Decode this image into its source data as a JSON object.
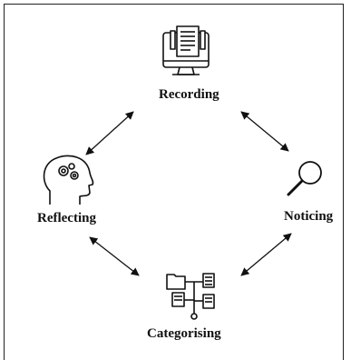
{
  "diagram": {
    "nodes": [
      {
        "id": "recording",
        "label": "Recording",
        "icon": "computer-document-icon"
      },
      {
        "id": "noticing",
        "label": "Noticing",
        "icon": "magnifying-glass-icon"
      },
      {
        "id": "categorising",
        "label": "Categorising",
        "icon": "folder-hierarchy-icon"
      },
      {
        "id": "reflecting",
        "label": "Reflecting",
        "icon": "head-gears-icon"
      }
    ],
    "edges": [
      {
        "from": "recording",
        "to": "noticing",
        "direction": "both"
      },
      {
        "from": "noticing",
        "to": "categorising",
        "direction": "both"
      },
      {
        "from": "categorising",
        "to": "reflecting",
        "direction": "both"
      },
      {
        "from": "reflecting",
        "to": "recording",
        "direction": "both"
      }
    ],
    "colors": {
      "stroke": "#111111",
      "background": "#ffffff"
    }
  }
}
